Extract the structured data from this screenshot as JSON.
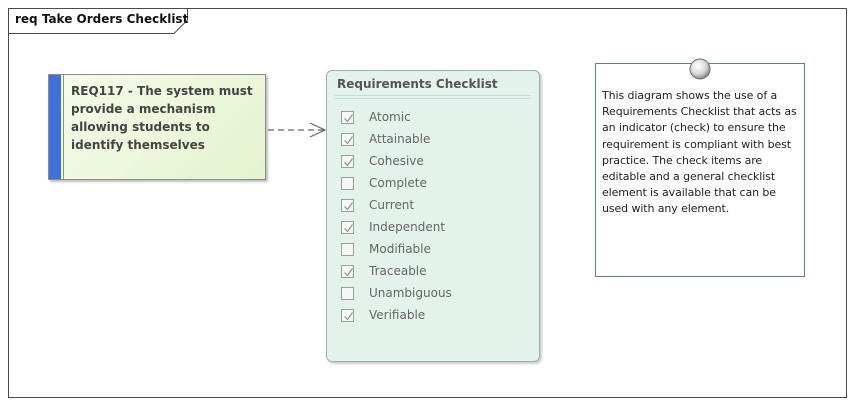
{
  "diagram": {
    "frame_title": "req Take Orders Checklist"
  },
  "requirement": {
    "text": "REQ117 - The system must provide a mechanism allowing students to identify themselves",
    "accent_color": "#3f6fd8",
    "fill_color": "#e4f3cf"
  },
  "checklist": {
    "title": "Requirements Checklist",
    "fill_color": "#e3f3ec",
    "items": [
      {
        "label": "Atomic",
        "checked": true
      },
      {
        "label": "Attainable",
        "checked": true
      },
      {
        "label": "Cohesive",
        "checked": true
      },
      {
        "label": "Complete",
        "checked": false
      },
      {
        "label": "Current",
        "checked": true
      },
      {
        "label": "Independent",
        "checked": true
      },
      {
        "label": "Modifiable",
        "checked": false
      },
      {
        "label": "Traceable",
        "checked": true
      },
      {
        "label": "Unambiguous",
        "checked": false
      },
      {
        "label": "Verifiable",
        "checked": true
      }
    ]
  },
  "note": {
    "text": "This diagram shows the use of a Requirements Checklist that acts as an indicator (check) to ensure the requirement is compliant with best practice. The check items are editable and a general checklist element is available that can be used with any element.",
    "border_color": "#5a7ca8"
  },
  "icons": {
    "note_pin": "pin-icon",
    "checkmark": "checkmark-icon"
  }
}
